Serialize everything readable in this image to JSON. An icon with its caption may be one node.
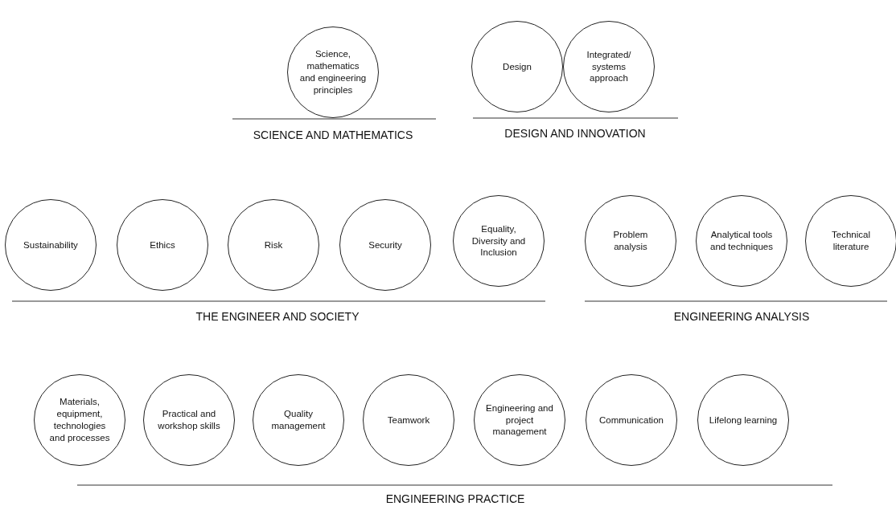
{
  "diagram": {
    "nodes": [
      {
        "text": [
          "Science, mathematics and engineering principles"
        ]
      },
      {
        "text": [
          "Design"
        ]
      },
      {
        "text": [
          "Integrated/ systems approach"
        ]
      },
      {
        "text": [
          "Sustainability"
        ]
      },
      {
        "text": [
          "Ethics"
        ]
      },
      {
        "text": [
          "Risk"
        ]
      },
      {
        "text": [
          "Security"
        ]
      },
      {
        "text": [
          "Equality, Diversity and Inclusion"
        ]
      },
      {
        "text": [
          "Problem analysis"
        ]
      },
      {
        "text": [
          "Analytical tools and techniques"
        ]
      },
      {
        "text": [
          "Technical literature"
        ]
      },
      {
        "text": [
          "Materials, equipment, technologies and processes"
        ]
      },
      {
        "text": [
          "Practical and workshop skills"
        ]
      },
      {
        "text": [
          "Quality management"
        ]
      },
      {
        "text": [
          "Teamwork"
        ]
      },
      {
        "text": [
          "Engineering and project management"
        ]
      },
      {
        "text": [
          "Communication"
        ]
      },
      {
        "text": [
          "Lifelong learning"
        ]
      }
    ],
    "edges": [],
    "labels": [
      "SCIENCE AND MATHEMATICS",
      "DESIGN AND INNOVATION",
      "THE ENGINEER AND SOCIETY",
      "ENGINEERING ANALYSIS",
      "ENGINEERING PRACTICE"
    ]
  }
}
